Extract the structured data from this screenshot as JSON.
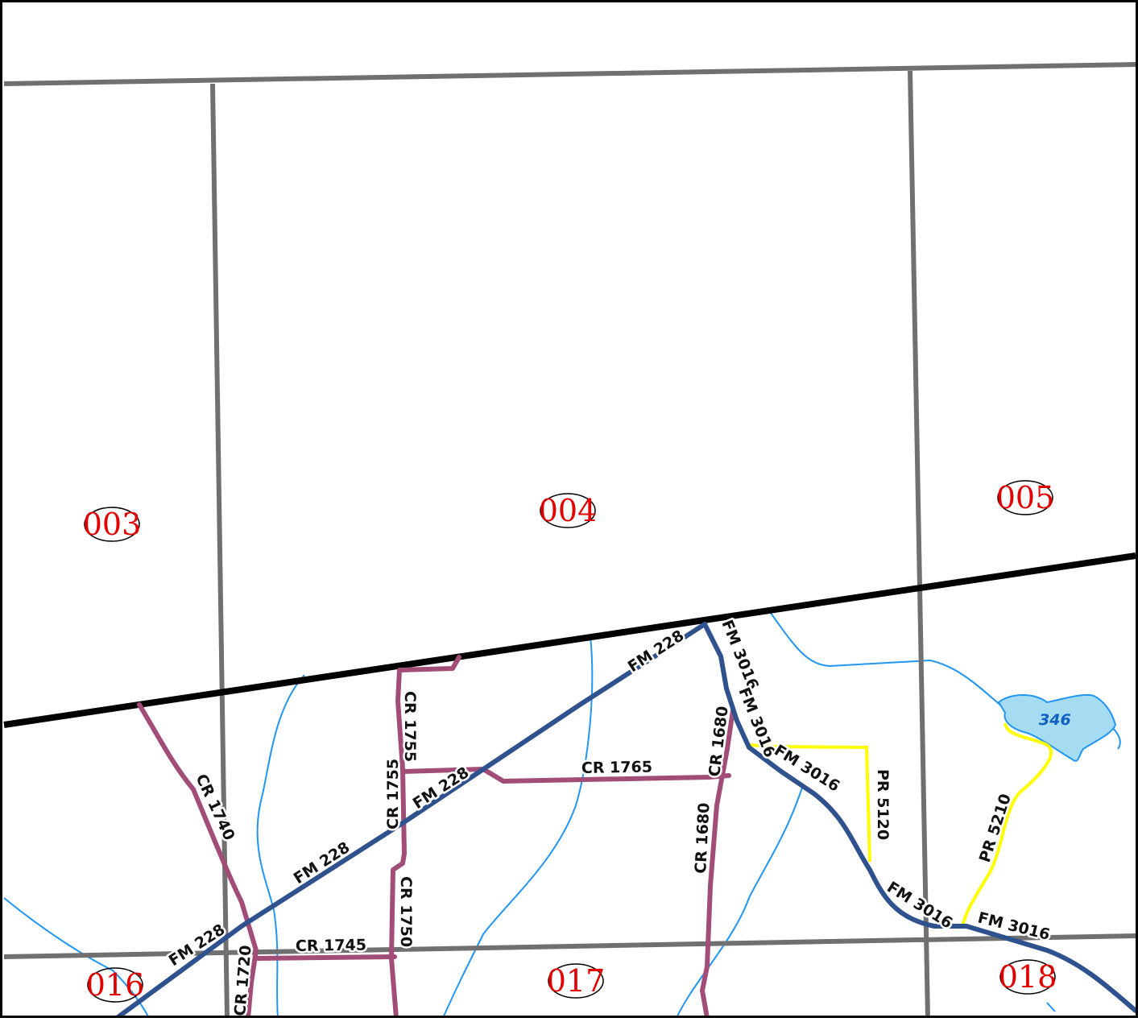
{
  "map": {
    "colors": {
      "grid": "#707070",
      "county_line": "#000000",
      "farm_market_road": "#2f528f",
      "county_road": "#a24d78",
      "private_road": "#ffff00",
      "stream": "#2196f3",
      "lake_fill": "#a6dcf1",
      "lake_outline": "#2196f3",
      "tract_label": "#e00000"
    },
    "tracts": [
      "003",
      "004",
      "005",
      "016",
      "017",
      "018"
    ],
    "road_labels": {
      "fm228": "FM 228",
      "fm3016": "FM 3016",
      "cr1755": "CR 1755",
      "cr1765": "CR 1765",
      "cr1680": "CR 1680",
      "cr1740": "CR 1740",
      "cr1750": "CR 1750",
      "cr1745": "CR 1745",
      "cr1720": "CR 1720",
      "pr5120": "PR 5120",
      "pr5210": "PR 5210"
    },
    "lake_label": "346"
  }
}
